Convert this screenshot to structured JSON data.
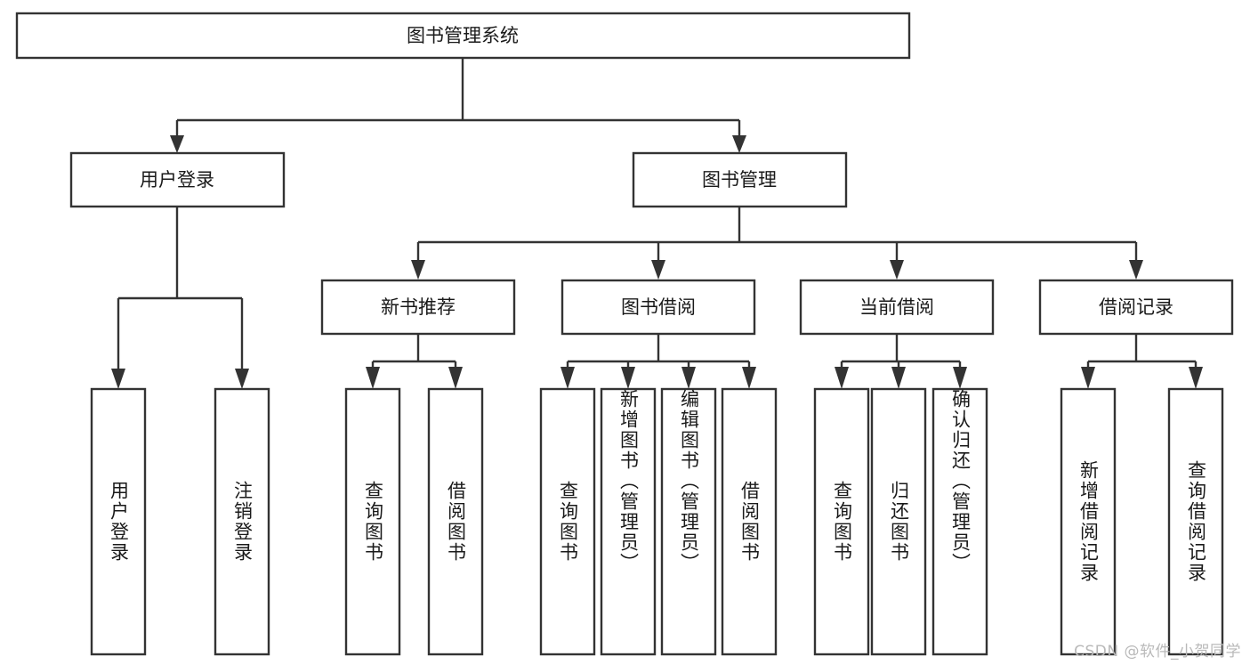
{
  "diagram": {
    "title": "图书管理系统",
    "type": "tree-hierarchy-diagram",
    "colors": {
      "background": "#ffffff",
      "box_fill": "#ffffff",
      "box_stroke": "#333333",
      "text": "#1a1a1a",
      "watermark": "#b9b9b9"
    },
    "root": {
      "label": "图书管理系统"
    },
    "level2": [
      {
        "label": "用户登录"
      },
      {
        "label": "图书管理"
      }
    ],
    "level3": [
      {
        "label": "新书推荐"
      },
      {
        "label": "图书借阅"
      },
      {
        "label": "当前借阅"
      },
      {
        "label": "借阅记录"
      }
    ],
    "leaves_user_login": [
      {
        "label": "用户登录"
      },
      {
        "label": "注销登录"
      }
    ],
    "leaves_new_book": [
      {
        "label": "查询图书"
      },
      {
        "label": "借阅图书"
      }
    ],
    "leaves_borrow": [
      {
        "label": "查询图书"
      },
      {
        "label": "新增图书（管理员）"
      },
      {
        "label": "编辑图书（管理员）"
      },
      {
        "label": "借阅图书"
      }
    ],
    "leaves_current": [
      {
        "label": "查询图书"
      },
      {
        "label": "归还图书"
      },
      {
        "label": "确认归还（管理员）"
      }
    ],
    "leaves_record": [
      {
        "label": "新增借阅记录"
      },
      {
        "label": "查询借阅记录"
      }
    ]
  },
  "watermark": {
    "text": "CSDN @软件_小贺同学"
  }
}
